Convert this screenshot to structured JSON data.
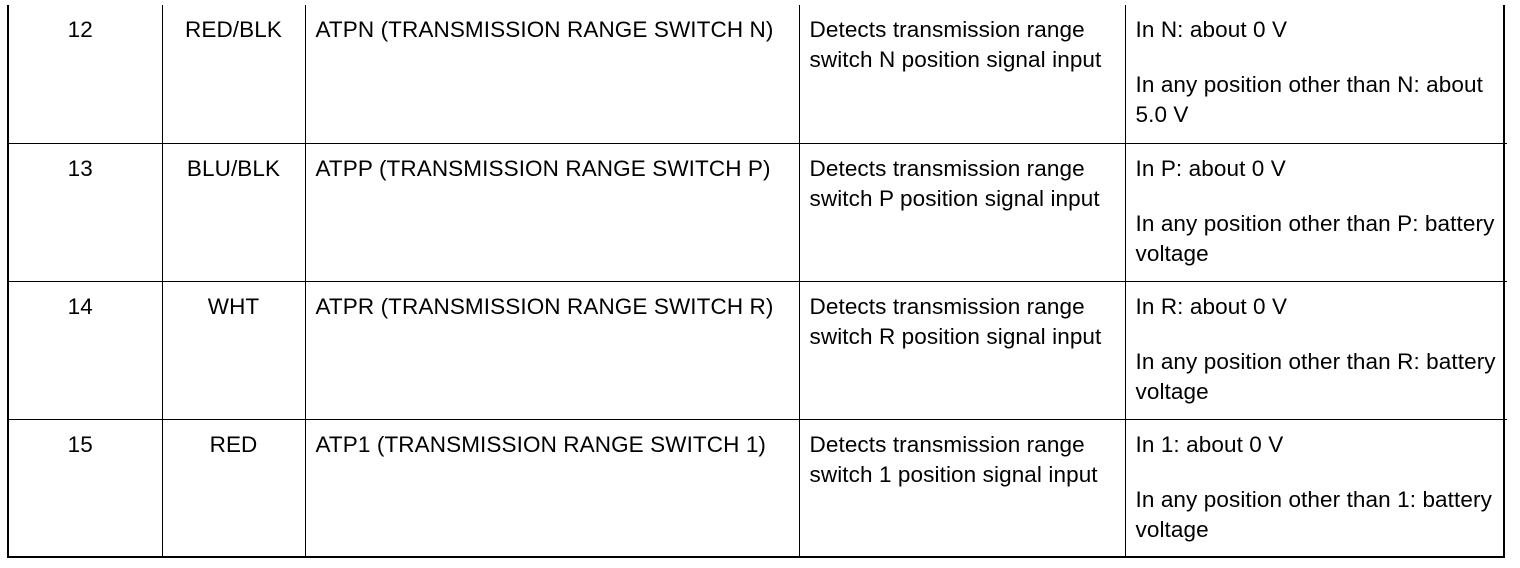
{
  "rows": [
    {
      "terminal": "12",
      "wire_color": "RED/BLK",
      "item": "ATPN (TRANSMISSION RANGE SWITCH N)",
      "function": "Detects transmission range switch N position signal input",
      "spec_1": "In N: about 0 V",
      "spec_2": "In any position other than N: about 5.0 V"
    },
    {
      "terminal": "13",
      "wire_color": "BLU/BLK",
      "item": "ATPP (TRANSMISSION RANGE SWITCH P)",
      "function": "Detects transmission range switch P position signal input",
      "spec_1": "In P: about 0 V",
      "spec_2": "In any position other than P: battery voltage"
    },
    {
      "terminal": "14",
      "wire_color": "WHT",
      "item": "ATPR (TRANSMISSION RANGE SWITCH R)",
      "function": "Detects transmission range switch R position signal input",
      "spec_1": "In R: about 0 V",
      "spec_2": "In any position other than R: battery voltage"
    },
    {
      "terminal": "15",
      "wire_color": "RED",
      "item": "ATP1 (TRANSMISSION RANGE SWITCH 1)",
      "function": "Detects transmission range switch 1 position signal input",
      "spec_1": "In 1: about 0 V",
      "spec_2": "In any position other than 1: battery voltage"
    }
  ]
}
